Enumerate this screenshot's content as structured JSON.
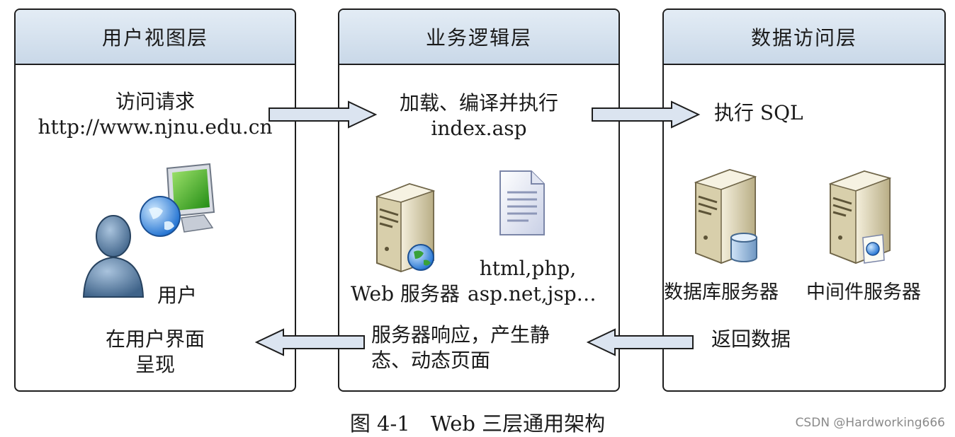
{
  "layers": {
    "view": {
      "title": "用户视图层",
      "request_line1": "访问请求",
      "request_line2": "http://www.njnu.edu.cn",
      "user_label": "用户",
      "present_line1": "在用户界面",
      "present_line2": "呈现"
    },
    "logic": {
      "title": "业务逻辑层",
      "load_line1": "加载、编译并执行",
      "load_line2": "index.asp",
      "file_types_line1": "html,php,",
      "file_types_line2": "asp.net,jsp…",
      "server_label": "Web 服务器",
      "response_line1": "服务器响应，产生静",
      "response_line2": "态、动态页面"
    },
    "data": {
      "title": "数据访问层",
      "exec_sql": "执行 SQL",
      "db_server_label": "数据库服务器",
      "mw_server_label": "中间件服务器",
      "return_data": "返回数据"
    }
  },
  "caption": "图 4-1　Web 三层通用架构",
  "watermark": "CSDN @Hardworking666",
  "colors": {
    "header_fill": "#d6e2ee",
    "arrow_fill": "#dbe4f0",
    "server_body": "#e7e1c8",
    "user_figure": "#5b7fa4",
    "monitor_screen": "#3fae1e"
  },
  "icons": [
    "user-person-icon",
    "computer-globe-icon",
    "web-server-icon",
    "document-icon",
    "database-server-icon",
    "middleware-server-icon"
  ]
}
